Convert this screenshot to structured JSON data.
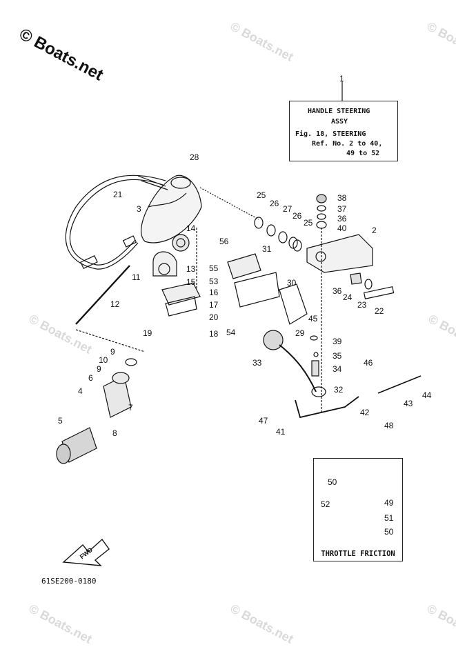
{
  "watermark": {
    "main": "© Boats.net",
    "faded": "© Boats.net"
  },
  "info_box": {
    "title": "HANDLE STEERING",
    "subtitle": "ASSY",
    "ref_line1": "Fig. 18, STEERING",
    "ref_line2": "Ref. No. 2 to 40,",
    "ref_line3": "49 to 52",
    "callout": "1"
  },
  "inset": {
    "title": "THROTTLE FRICTION",
    "callouts": [
      "50",
      "49",
      "52",
      "51",
      "50"
    ]
  },
  "footer_code": "61SE200-0180",
  "direction_label": "FWD",
  "callouts": {
    "c28": "28",
    "c21": "21",
    "c3": "3",
    "c14": "14",
    "c13": "13",
    "c11": "11",
    "c15": "15",
    "c12": "12",
    "c16": "16",
    "c17": "17",
    "c20": "20",
    "c19": "19",
    "c18": "18",
    "c9a": "9",
    "c10": "10",
    "c9b": "9",
    "c6": "6",
    "c4": "4",
    "c7": "7",
    "c5": "5",
    "c8": "8",
    "c25a": "25",
    "c26a": "26",
    "c27": "27",
    "c26b": "26",
    "c25b": "25",
    "c38": "38",
    "c37": "37",
    "c36a": "36",
    "c40": "40",
    "c2": "2",
    "c56": "56",
    "c31": "31",
    "c55": "55",
    "c53": "53",
    "c30": "30",
    "c36b": "36",
    "c24": "24",
    "c23": "23",
    "c22": "22",
    "c54": "54",
    "c29": "29",
    "c45": "45",
    "c39": "39",
    "c33": "33",
    "c35": "35",
    "c34": "34",
    "c46": "46",
    "c32": "32",
    "c44": "44",
    "c43": "43",
    "c47": "47",
    "c42": "42",
    "c41": "41",
    "c48": "48"
  }
}
